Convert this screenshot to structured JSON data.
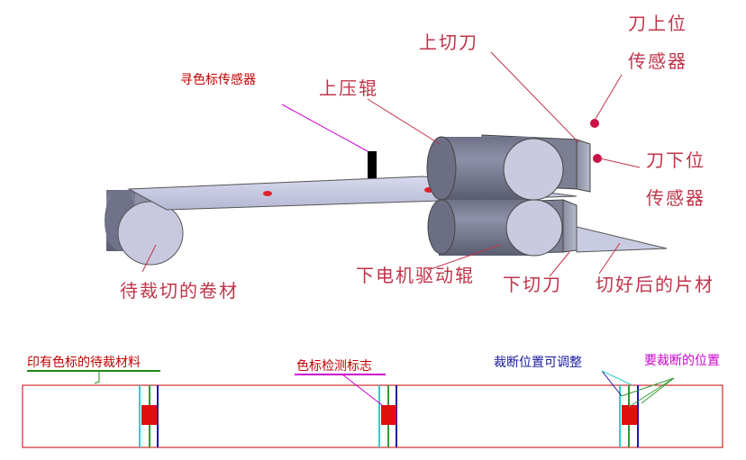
{
  "labels": {
    "mark_sensor": "寻色标传感器",
    "upper_roller": "上压辊",
    "upper_knife": "上切刀",
    "knife_up_sensor_line1": "刀上位",
    "knife_up_sensor_line2": "传感器",
    "knife_down_sensor_line1": "刀下位",
    "knife_down_sensor_line2": "传感器",
    "material_roll": "待裁切的卷材",
    "lower_roller": "下电机驱动辊",
    "lower_knife": "下切刀",
    "cut_sheet": "切好后的片材"
  },
  "strip": {
    "printed_material": "印有色标的待裁材料",
    "mark_detect": "色标检测标志",
    "cut_position_adjustable": "裁断位置可调整",
    "cut_position": "要裁断的位置"
  },
  "colors": {
    "label_red": "#c0344a",
    "strip_border": "#cc0000",
    "mark_red": "#e01010",
    "cyan_line": "#33cccc",
    "green_line": "#339933",
    "blue_line": "#1a1aa0",
    "sheet_fill": "#c9cbe3"
  }
}
